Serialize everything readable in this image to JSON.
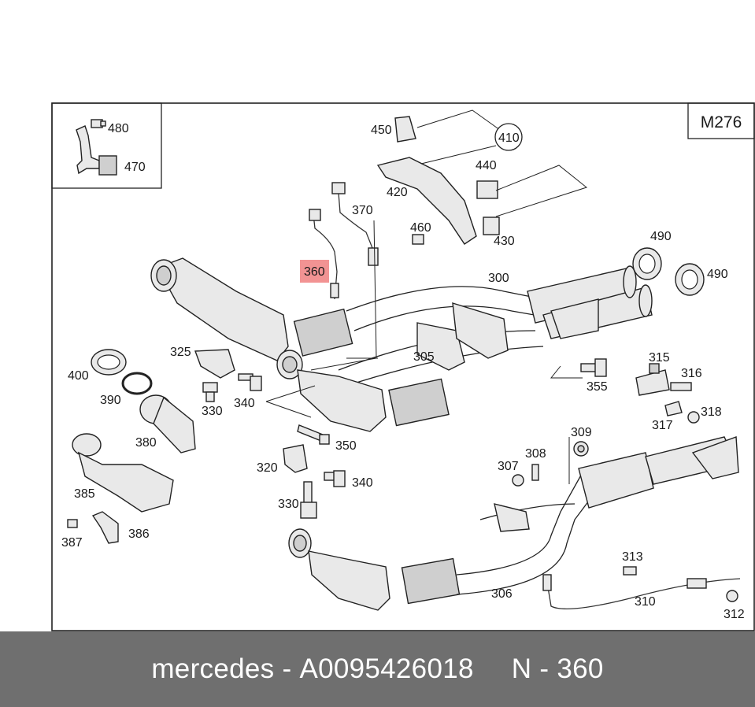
{
  "model_code": "M276",
  "callouts": {
    "c300": "300",
    "c305": "305",
    "c306": "306",
    "c307": "307",
    "c308": "308",
    "c309": "309",
    "c310": "310",
    "c312": "312",
    "c313": "313",
    "c315": "315",
    "c316": "316",
    "c317": "317",
    "c318": "318",
    "c320": "320",
    "c325": "325",
    "c330a": "330",
    "c330b": "330",
    "c340a": "340",
    "c340b": "340",
    "c350": "350",
    "c355": "355",
    "c360": "360",
    "c370": "370",
    "c380": "380",
    "c385": "385",
    "c386": "386",
    "c387": "387",
    "c390": "390",
    "c400": "400",
    "c410": "410",
    "c420": "420",
    "c430": "430",
    "c440": "440",
    "c450": "450",
    "c460": "460",
    "c470": "470",
    "c480": "480",
    "c490a": "490",
    "c490b": "490"
  },
  "highlight": {
    "part": "360",
    "color": "#f08080"
  },
  "footer": {
    "brand": "mercedes",
    "part_number": "A0095426018",
    "position": "N - 360"
  }
}
